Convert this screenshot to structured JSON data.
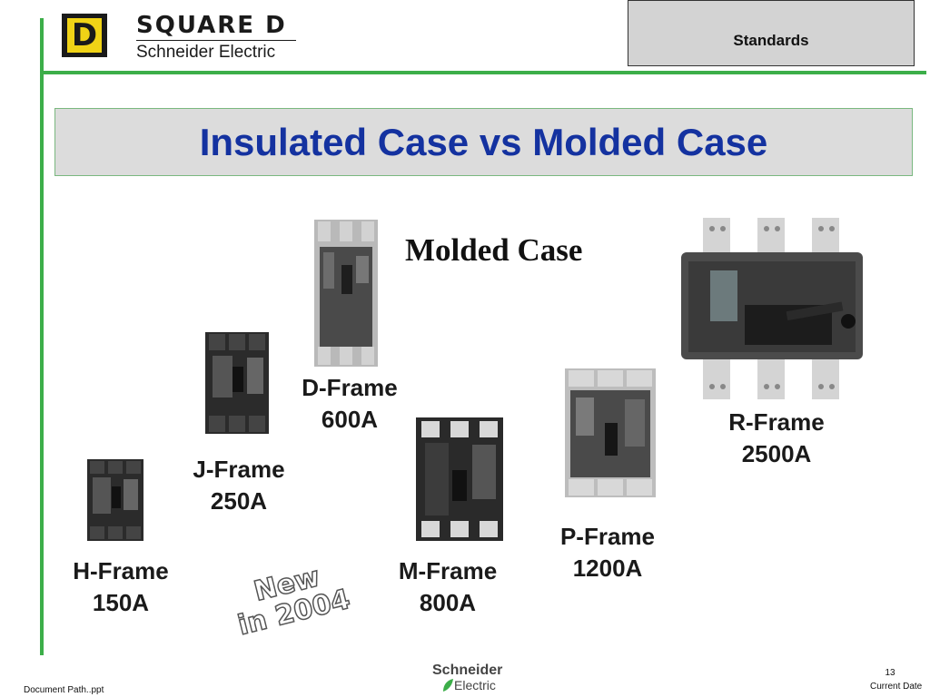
{
  "header": {
    "brand_top": "SQUARE D",
    "brand_bottom": "Schneider Electric",
    "logo_letter": "D",
    "section": "Standards"
  },
  "slide": {
    "title": "Insulated Case vs Molded Case",
    "subtitle": "Molded Case",
    "frames": [
      {
        "id": "h",
        "name": "H-Frame",
        "rating": "150A"
      },
      {
        "id": "j",
        "name": "J-Frame",
        "rating": "250A"
      },
      {
        "id": "d",
        "name": "D-Frame",
        "rating": "600A"
      },
      {
        "id": "m",
        "name": "M-Frame",
        "rating": "800A"
      },
      {
        "id": "p",
        "name": "P-Frame",
        "rating": "1200A"
      },
      {
        "id": "r",
        "name": "R-Frame",
        "rating": "2500A"
      }
    ],
    "stamp_line1": "New",
    "stamp_line2": "in 2004"
  },
  "footer": {
    "document_path": "Document Path..ppt",
    "logo_line1": "Schneider",
    "logo_line2": "Electric",
    "page_number": "13",
    "date": "Current Date"
  },
  "colors": {
    "accent_green": "#3cae49",
    "title_blue": "#1432a0",
    "logo_yellow": "#f0d316"
  }
}
